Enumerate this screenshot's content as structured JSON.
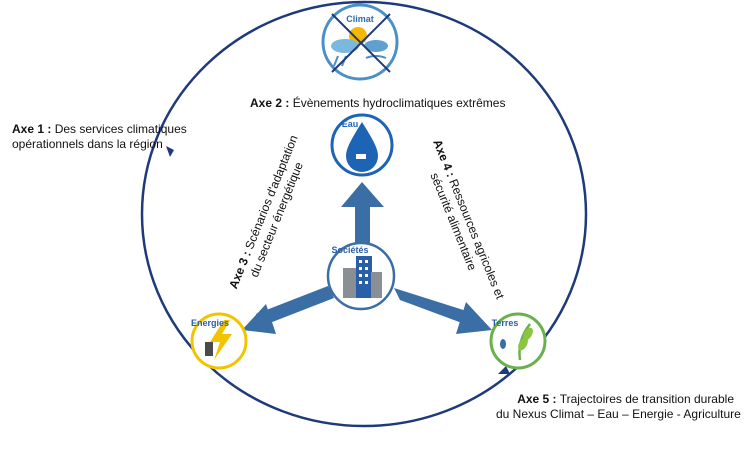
{
  "nodes": {
    "climat": "Climat",
    "eau": "Eau",
    "societes": "Sociétés",
    "energies": "Energies",
    "terres": "Terres"
  },
  "axes": {
    "axe1": {
      "title": "Axe 1 :",
      "line1": "Des services climatiques",
      "line2": "opérationnels dans la région"
    },
    "axe2": {
      "title": "Axe 2 :",
      "text": "Évènements hydroclimatiques extrêmes"
    },
    "axe3": {
      "title": "Axe 3 :",
      "line1": "Scénarios d'adaptation",
      "line2": "du secteur énergétique"
    },
    "axe4": {
      "title": "Axe 4 :",
      "line1": "Ressources agricoles et",
      "line2": "sécurité alimentaire"
    },
    "axe5": {
      "title": "Axe 5 :",
      "line1": "Trajectoires de transition durable",
      "line2": "du Nexus Climat – Eau – Energie - Agriculture"
    }
  },
  "colors": {
    "arrow": "#3a6ea5",
    "circle": "#1f3a7a",
    "climat_ring": "#4a90c8",
    "eau_ring": "#1e64b4",
    "societes_ring": "#3a6ea5",
    "energies_ring": "#f2c400",
    "terres_ring": "#6ab04c"
  }
}
